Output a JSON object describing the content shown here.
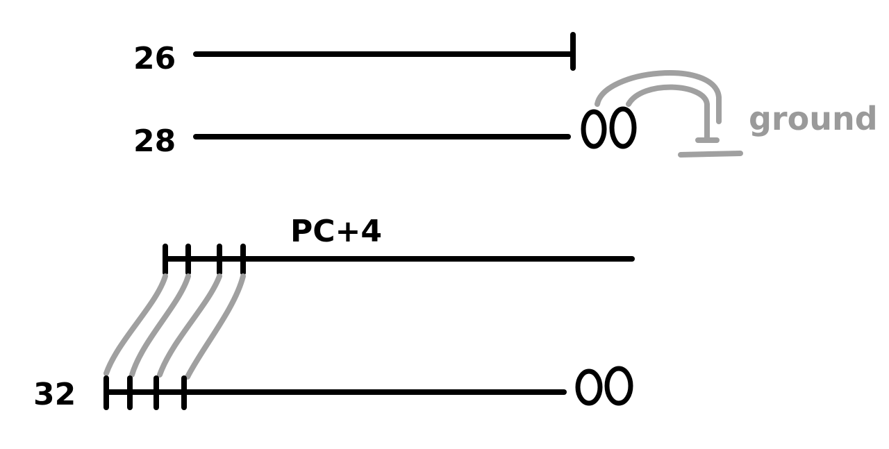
{
  "bus_26": {
    "width_label": "26"
  },
  "bus_28": {
    "width_label": "28",
    "suffix": "00"
  },
  "ground": {
    "label": "ground"
  },
  "pc_bus": {
    "label": "PC+4"
  },
  "bus_32": {
    "width_label": "32",
    "suffix": "00"
  },
  "colors": {
    "ink": "#000000",
    "annotation": "#9a9a9a"
  }
}
